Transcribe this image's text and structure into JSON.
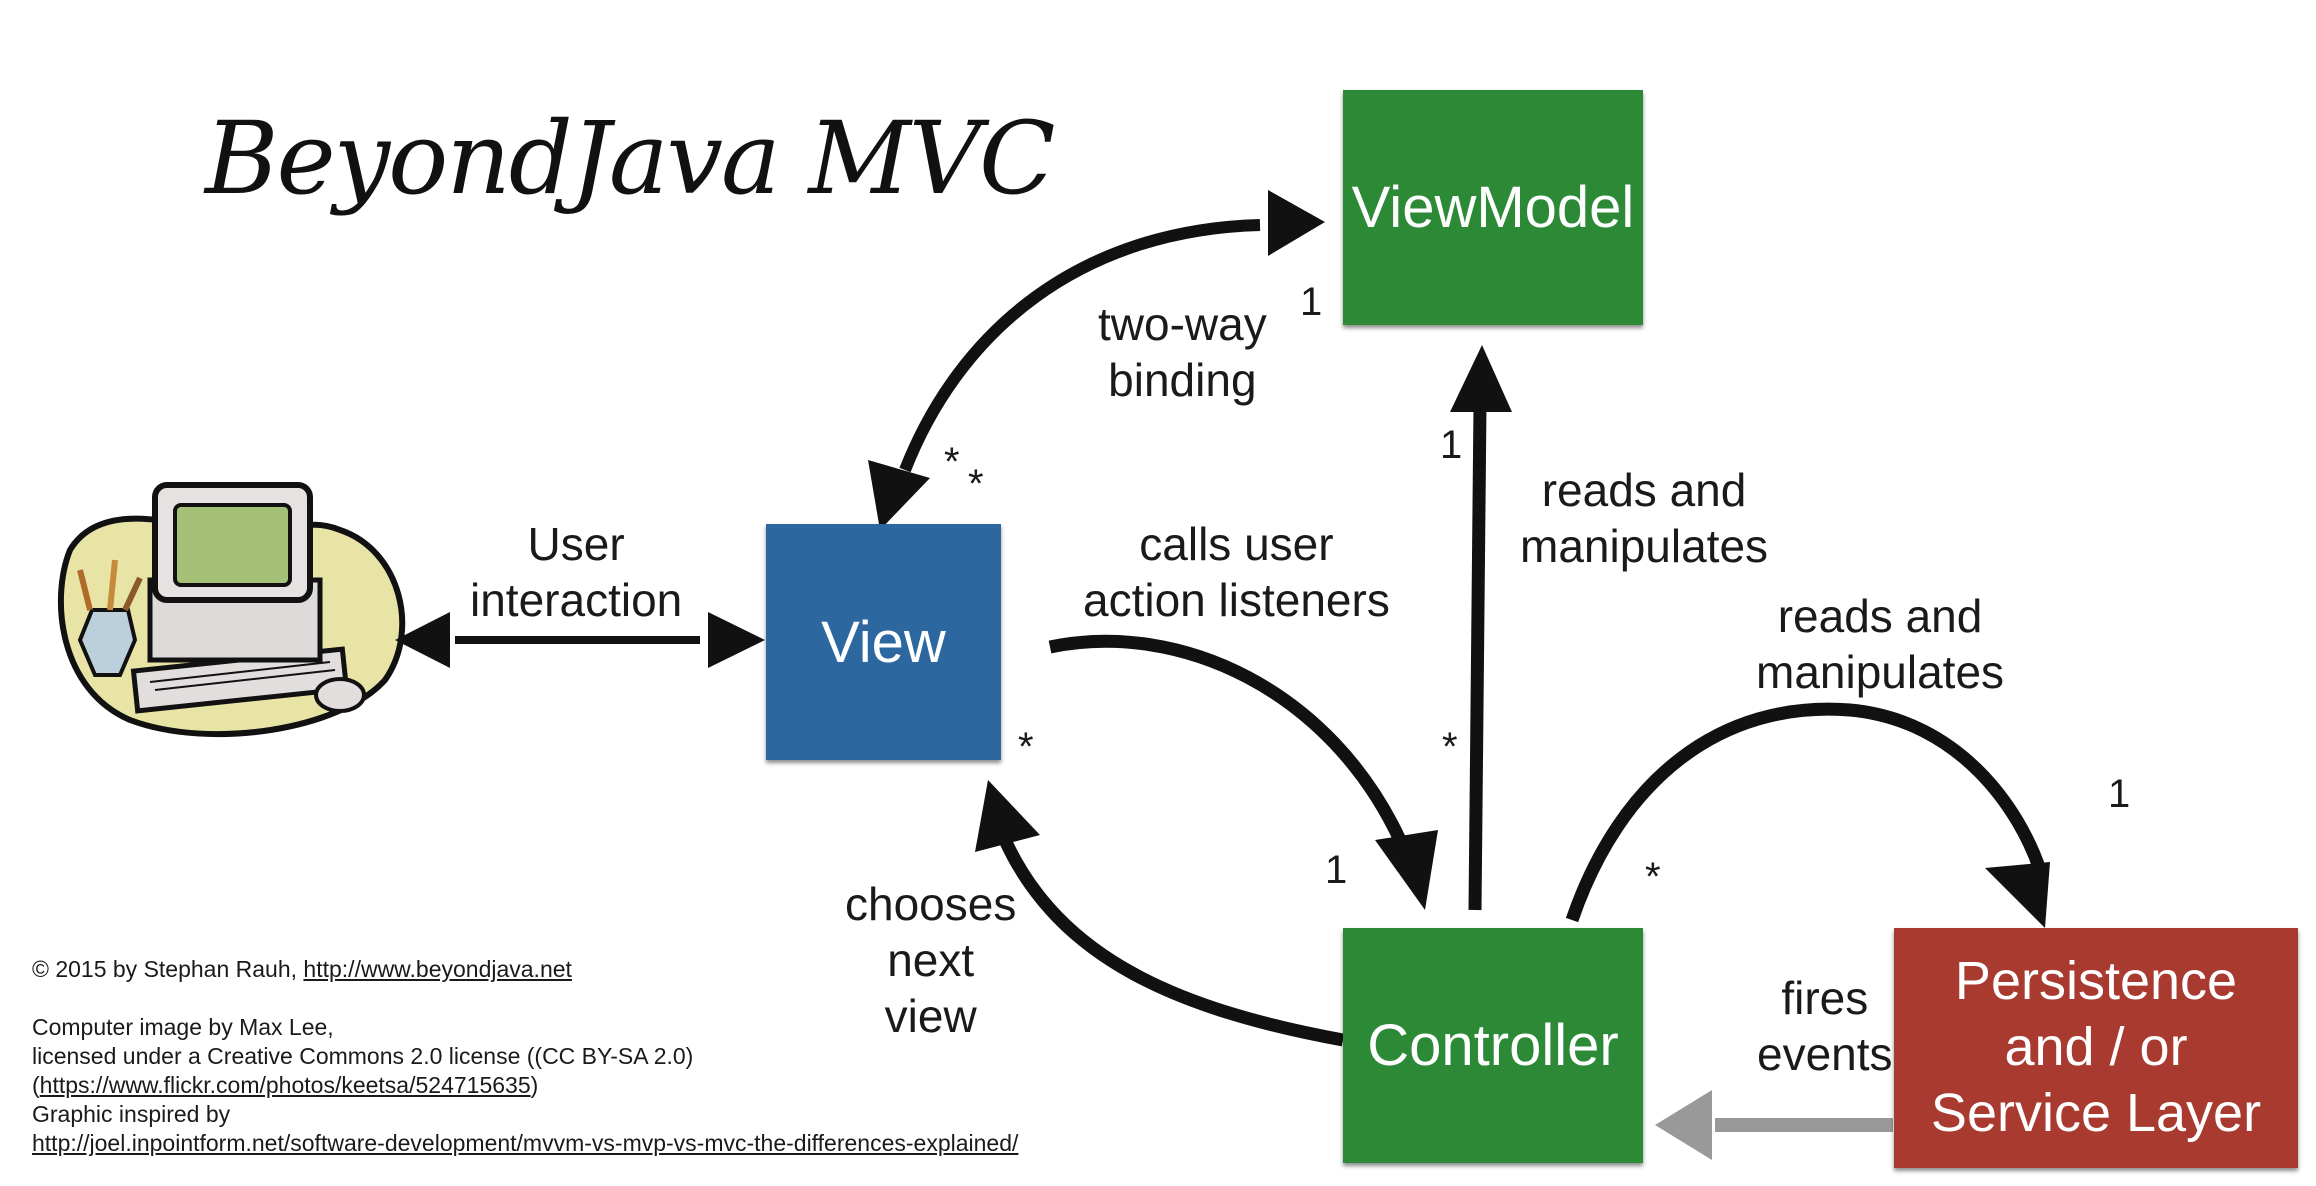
{
  "title": "BeyondJava MVC",
  "boxes": {
    "viewmodel": "ViewModel",
    "view": "View",
    "controller": "Controller",
    "persistence": [
      "Persistence",
      "and / or",
      "Service Layer"
    ]
  },
  "labels": {
    "two_way_binding": [
      "two-way",
      "binding"
    ],
    "user_interaction": [
      "User",
      "interaction"
    ],
    "calls_user_action_listeners": [
      "calls user",
      "action listeners"
    ],
    "reads_and_manipulates_vm": [
      "reads and",
      "manipulates"
    ],
    "reads_and_manipulates_persistence": [
      "reads and",
      "manipulates"
    ],
    "chooses_next_view": [
      "chooses",
      "next",
      "view"
    ],
    "fires_events": [
      "fires",
      "events"
    ]
  },
  "multiplicities": {
    "vm_binding": "1",
    "view_binding_a": "*",
    "view_binding_b": "*",
    "view_calls": "*",
    "controller_calls": "1",
    "vm_reads": "1",
    "controller_reads_vm": "*",
    "controller_reads_persistence": "*",
    "persistence_reads": "1"
  },
  "credits": {
    "copyright": "© 2015 by Stephan Rauh, ",
    "copyright_link": "http://www.beyondjava.net",
    "image_by": "Computer image by Max Lee,",
    "license": "licensed under a Creative Commons 2.0 license ((CC BY-SA 2.0)",
    "license_open": "(",
    "license_link": "https://www.flickr.com/photos/keetsa/524715635",
    "license_close": ")",
    "inspired": "Graphic inspired by",
    "inspired_link": "http://joel.inpointform.net/software-development/mvvm-vs-mvp-vs-mvc-the-differences-explained/"
  },
  "icons": {
    "computer": "computer-illustration-icon"
  },
  "colors": {
    "viewmodel": "#2c8a37",
    "view": "#2d67a0",
    "controller": "#2c8a37",
    "persistence": "#a83a30",
    "arrow": "#111111",
    "event_arrow": "#999999"
  }
}
